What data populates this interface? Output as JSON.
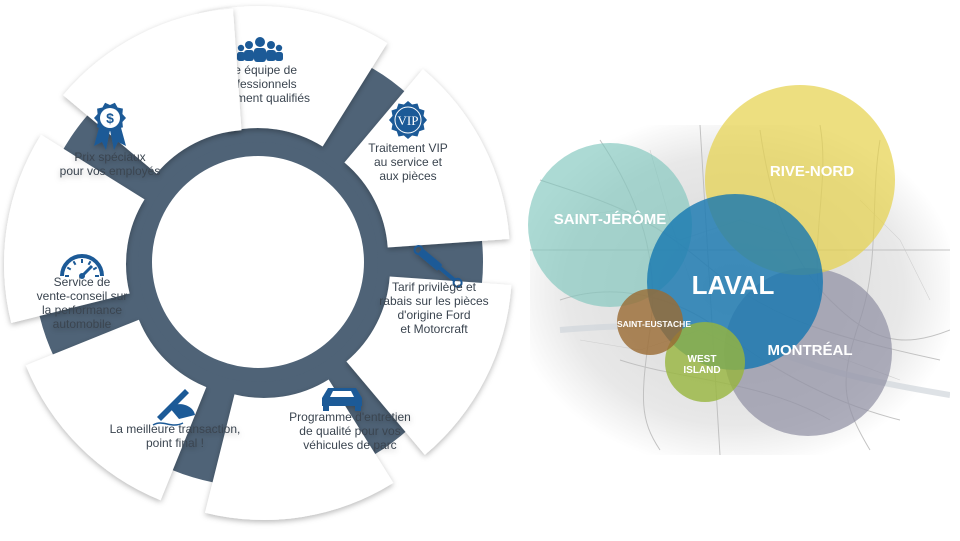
{
  "wheel": {
    "segments": [
      {
        "icon": "team-icon",
        "lines": [
          "Une équipe de",
          "professionnels",
          "hautement qualifiés"
        ]
      },
      {
        "icon": "vip-badge-icon",
        "lines": [
          "Traitement VIP",
          "au service et",
          "aux pièces"
        ]
      },
      {
        "icon": "shock-absorber-icon",
        "lines": [
          "Tarif privilège et",
          "rabais sur les pièces",
          "d'origine Ford",
          "et Motorcraft"
        ]
      },
      {
        "icon": "car-icon",
        "lines": [
          "Programme d'entretien",
          "de qualité pour vos",
          "véhicules de parc"
        ]
      },
      {
        "icon": "signing-hand-icon",
        "lines": [
          "La meilleure transaction,",
          "point final !"
        ]
      },
      {
        "icon": "speedometer-icon",
        "lines": [
          "Service de",
          "vente-conseil sur",
          "la performance",
          "automobile"
        ]
      },
      {
        "icon": "award-ribbon-icon",
        "lines": [
          "Prix spéciaux",
          "pour vos employés"
        ]
      }
    ],
    "colors": {
      "ring": "#4f6377",
      "card": "#ffffff",
      "icon": "#1d5a97",
      "text": "#3a4450"
    }
  },
  "map": {
    "regions": [
      {
        "name": "SAINT-JÉRÔME",
        "color": "#7fc6bd"
      },
      {
        "name": "RIVE-NORD",
        "color": "#e6d24a"
      },
      {
        "name": "LAVAL",
        "color": "#1577b0"
      },
      {
        "name": "MONTRÉAL",
        "color": "#8f8ea3"
      },
      {
        "name": "SAINT-EUSTACHE",
        "color": "#9a6a32"
      },
      {
        "name": "WEST ISLAND",
        "color": "#97b53d"
      }
    ]
  }
}
